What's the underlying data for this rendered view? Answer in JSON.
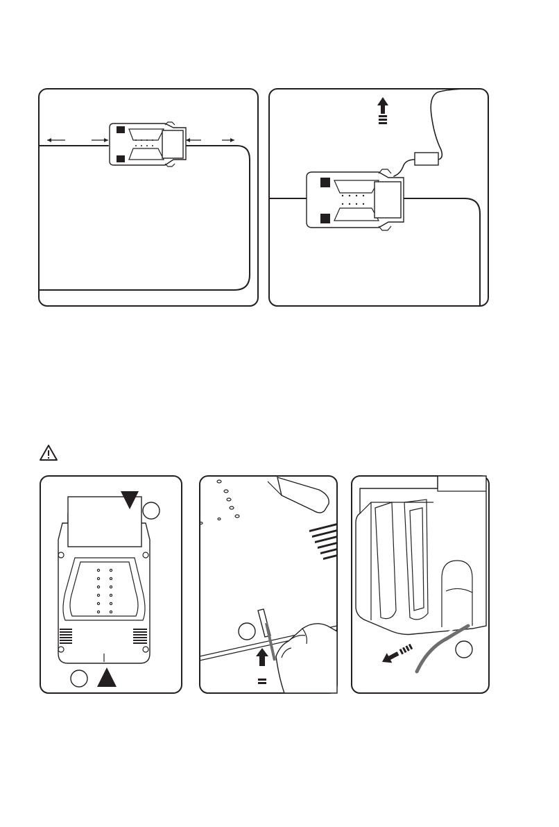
{
  "figure": {
    "panels": [
      {
        "name": "wire-alignment-overview"
      },
      {
        "name": "wire-connection-overview"
      },
      {
        "name": "station-underside"
      },
      {
        "name": "wire-insertion-slot"
      },
      {
        "name": "wire-routing-exit"
      }
    ],
    "warning_icon": "warning-triangle-icon",
    "colors": {
      "ink": "#231f20",
      "background": "#ffffff",
      "cable": "#6d6e70"
    }
  }
}
